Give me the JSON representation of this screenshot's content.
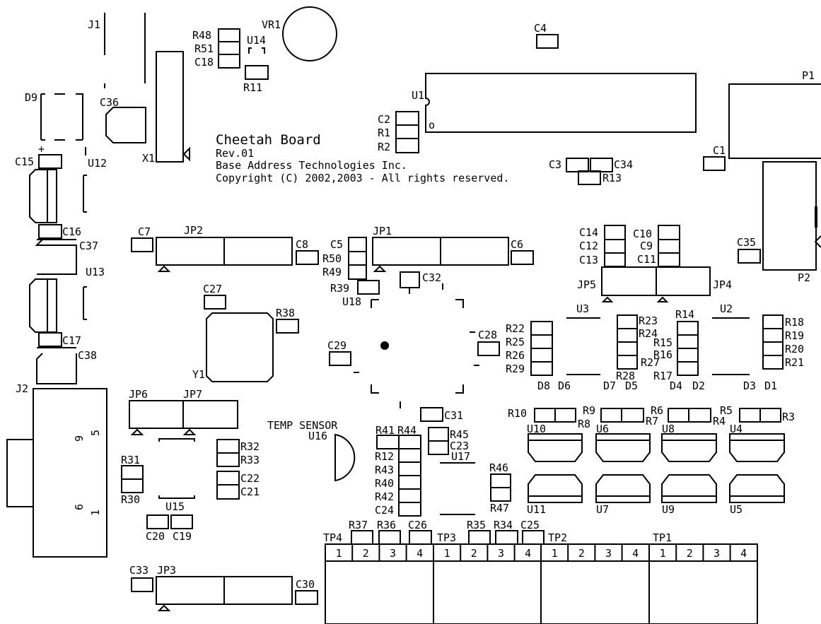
{
  "board": {
    "title": "Cheetah Board",
    "rev": "Rev.01",
    "company": "Base Address Technologies Inc.",
    "copyright": "Copyright (C) 2002,2003 - All rights reserved.",
    "temp_sensor": "TEMP SENSOR"
  },
  "labels": {
    "J1": "J1",
    "VR1": "VR1",
    "R48": "R48",
    "R51": "R51",
    "C18": "C18",
    "U14": "U14",
    "R11": "R11",
    "C4": "C4",
    "U1": "U1",
    "C2": "C2",
    "R1": "R1",
    "R2": "R2",
    "P1": "P1",
    "D9": "D9",
    "C36": "C36",
    "X1": "X1",
    "C15": "C15",
    "U12": "U12",
    "C3": "C3",
    "C34": "C34",
    "R13": "R13",
    "C1": "C1",
    "C16": "C16",
    "C37": "C37",
    "U13": "U13",
    "C7": "C7",
    "JP2": "JP2",
    "C8": "C8",
    "C5": "C5",
    "JP1": "JP1",
    "C6": "C6",
    "R50": "R50",
    "R49": "R49",
    "R39": "R39",
    "C32": "C32",
    "U18": "U18",
    "C14": "C14",
    "C12": "C12",
    "C13": "C13",
    "C10": "C10",
    "C9": "C9",
    "C11": "C11",
    "C35": "C35",
    "P2": "P2",
    "JP5": "JP5",
    "JP4": "JP4",
    "C27": "C27",
    "R38": "R38",
    "U3": "U3",
    "R23": "R23",
    "R24": "R24",
    "R14": "R14",
    "U2": "U2",
    "R22": "R22",
    "R25": "R25",
    "R26": "R26",
    "R29": "R29",
    "R27": "R27",
    "R28": "R28",
    "R15": "R15",
    "R16": "R16",
    "R17": "R17",
    "R18": "R18",
    "R19": "R19",
    "R20": "R20",
    "R21": "R21",
    "C28": "C28",
    "C29": "C29",
    "C17": "C17",
    "C38": "C38",
    "Y1": "Y1",
    "J2": "J2",
    "D8": "D8",
    "D6": "D6",
    "D7": "D7",
    "D5": "D5",
    "D4": "D4",
    "D2": "D2",
    "D3": "D3",
    "D1": "D1",
    "JP6": "JP6",
    "JP7": "JP7",
    "C31": "C31",
    "R10": "R10",
    "R9": "R9",
    "R8": "R8",
    "R7": "R7",
    "R6": "R6",
    "R4": "R4",
    "R5": "R5",
    "R3": "R3",
    "U10": "U10",
    "U6": "U6",
    "U8": "U8",
    "U4": "U4",
    "U16": "U16",
    "R41": "R41",
    "R44": "R44",
    "R45": "R45",
    "C23": "C23",
    "U17": "U17",
    "R32": "R32",
    "R33": "R33",
    "R12": "R12",
    "R43": "R43",
    "R40": "R40",
    "R42": "R42",
    "C24": "C24",
    "R46": "R46",
    "R47": "R47",
    "U11": "U11",
    "U7": "U7",
    "U9": "U9",
    "U5": "U5",
    "R31": "R31",
    "R30": "R30",
    "C22": "C22",
    "C21": "C21",
    "U15": "U15",
    "C20": "C20",
    "C19": "C19",
    "R37": "R37",
    "R36": "R36",
    "C26": "C26",
    "R35": "R35",
    "R34": "R34",
    "C25": "C25",
    "TP4": "TP4",
    "TP3": "TP3",
    "TP2": "TP2",
    "TP1": "TP1",
    "C33": "C33",
    "JP3": "JP3",
    "C30": "C30",
    "J2_pin9": "9",
    "J2_pin5": "5",
    "J2_pin6": "6",
    "J2_pin1": "1",
    "U1_pin": "o"
  },
  "testpoint_pins": [
    "1",
    "2",
    "3",
    "4"
  ]
}
